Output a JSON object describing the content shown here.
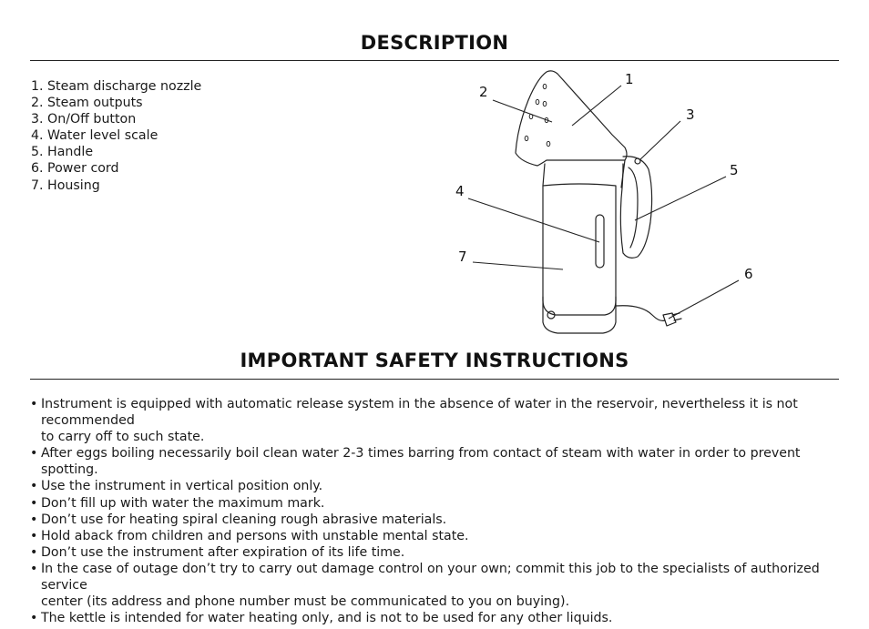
{
  "description": {
    "title": "DESCRIPTION",
    "parts": [
      "1. Steam discharge nozzle",
      "2. Steam outputs",
      "3. On/Off button",
      "4. Water level scale",
      "5. Handle",
      "6. Power cord",
      "7. Housing"
    ]
  },
  "diagram": {
    "callouts": [
      "1",
      "2",
      "3",
      "4",
      "5",
      "6",
      "7"
    ]
  },
  "safety": {
    "title": "IMPORTANT SAFETY INSTRUCTIONS",
    "bullet": "•",
    "items": [
      [
        "Instrument is equipped with automatic release system in the absence of water in the reservoir, nevertheless it is not recommended",
        "to carry off to such state."
      ],
      [
        "After eggs boiling necessarily boil clean water 2-3 times barring from contact of steam with water in order to prevent spotting."
      ],
      [
        "Use the instrument in vertical position only."
      ],
      [
        "Don’t fill up with water the maximum mark."
      ],
      [
        "Don’t use for heating spiral cleaning rough abrasive materials."
      ],
      [
        "Hold aback from children and persons with unstable mental state."
      ],
      [
        "Don’t use the instrument after expiration of its life time."
      ],
      [
        "In the case of outage don’t try to carry out damage control on your own; commit this job to the specialists of authorized service",
        "center (its address and phone number must be communicated to you on buying)."
      ],
      [
        "The kettle is intended for water heating only, and is not to be used for any other liquids."
      ]
    ]
  }
}
